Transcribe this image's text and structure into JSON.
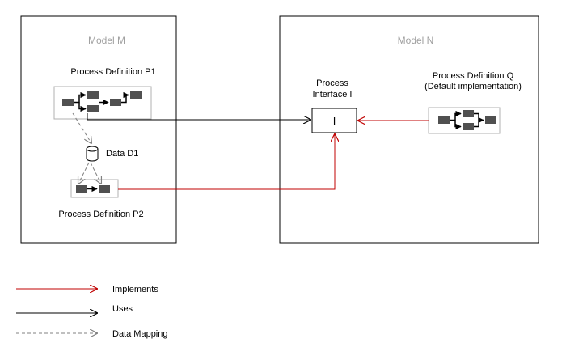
{
  "models": {
    "m": {
      "title": "Model M"
    },
    "n": {
      "title": "Model N"
    }
  },
  "processes": {
    "p1": {
      "label": "Process Definition P1"
    },
    "p2": {
      "label": "Process Definition P2"
    },
    "q": {
      "label_line1": "Process Definition Q",
      "label_line2": "(Default implementation)"
    }
  },
  "interface": {
    "label_line1": "Process",
    "label_line2": "Interface I",
    "symbol": "I"
  },
  "data": {
    "label": "Data D1"
  },
  "legend": {
    "implements": "Implements",
    "uses": "Uses",
    "data_mapping": "Data Mapping"
  },
  "colors": {
    "implements": "#c00000",
    "uses": "#000000",
    "data_mapping": "#808080",
    "model_title": "#a0a0a0",
    "box_border": "#000000",
    "process_box_border": "#b0b0b0",
    "activity_fill": "#505050"
  }
}
